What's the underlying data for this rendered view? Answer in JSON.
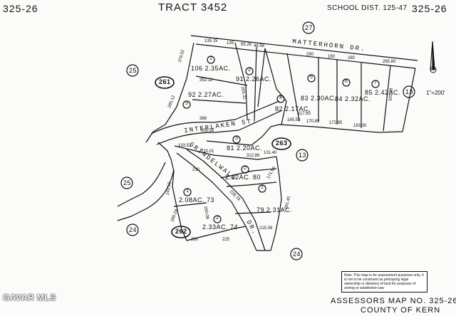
{
  "header": {
    "map_no_left": "325-26",
    "tract": "TRACT 3452",
    "school_dist": "SCHOOL DIST. 125-47",
    "map_no_right": "325-26"
  },
  "streets": {
    "matterhorn": "MATTERHORN DR.",
    "interlaken": "INTERLAKEN ST.",
    "grindelwald": "GRINDELWALD",
    "dr": "DR."
  },
  "circled_labels": [
    "27",
    "25",
    "13",
    "13",
    "25",
    "24",
    "24",
    "261",
    "263",
    "262"
  ],
  "lots": [
    {
      "num": "1",
      "lot": "106",
      "acres": "2.35AC."
    },
    {
      "num": "2",
      "lot": "91",
      "acres": "2.26AC."
    },
    {
      "num": "3",
      "lot": "92",
      "acres": "2.27AC."
    },
    {
      "num": "4",
      "lot": "82",
      "acres": "2.17AC."
    },
    {
      "num": "5",
      "lot": "83",
      "acres": "2.30AC."
    },
    {
      "num": "6",
      "lot": "84",
      "acres": "2.32AC."
    },
    {
      "num": "7",
      "lot": "85",
      "acres": "2.42AC."
    },
    {
      "num": "3",
      "lot": "81",
      "acres": "2.20AC."
    },
    {
      "num": "2",
      "lot": "80",
      "acres": "2.12AC."
    },
    {
      "num": "1",
      "lot": "79",
      "acres": "2.31AC."
    },
    {
      "num": "1",
      "lot": "73",
      "acres": "2.08AC."
    },
    {
      "num": "2",
      "lot": "74",
      "acres": "2.33AC."
    }
  ],
  "dimensions": [
    "135.15",
    "135",
    "95.26",
    "48.58",
    "379.52",
    "352.12",
    "285.12",
    "255.31",
    "388",
    "235.56",
    "190",
    "280",
    "290",
    "265.80",
    "165.53",
    "170.89",
    "172.85",
    "183.30",
    "320.18",
    "117.65",
    "133.52",
    "210.01",
    "230",
    "312.88",
    "228.79",
    "131.40",
    "171.50",
    "243.12",
    "280.24",
    "200.08",
    "261.45",
    "280",
    "225",
    "215.08"
  ],
  "scale": "1\"=200'",
  "note": "Note: This map is for assessment purposes only. It is not to be construed as portraying legal ownership or divisions of land for purposes of zoning or subdivision law.",
  "footer": {
    "line1": "ASSESSORS MAP NO. 325-26",
    "line2": "COUNTY OF KERN"
  },
  "watermark": "GAVAR MLS"
}
